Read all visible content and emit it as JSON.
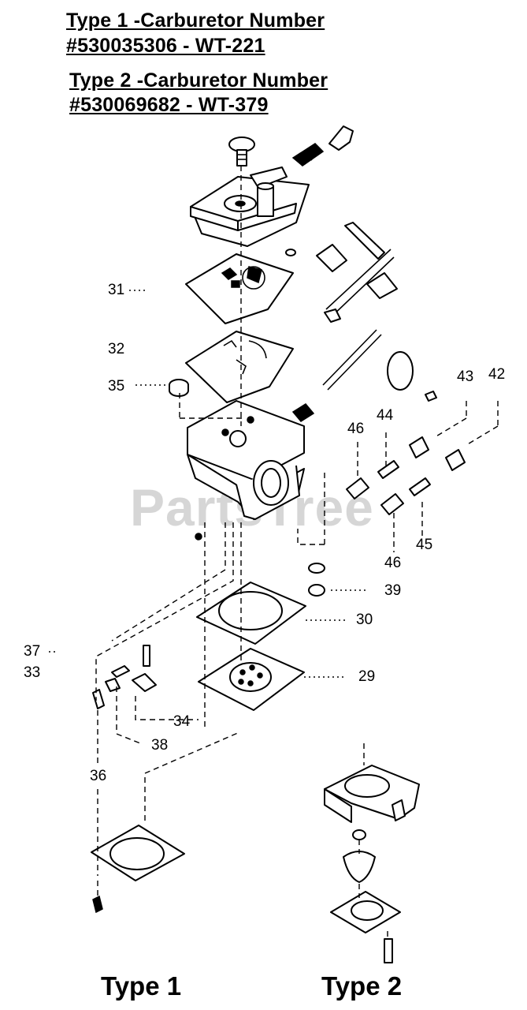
{
  "header": {
    "line1": "Type 1 -Carburetor  Number",
    "line2": "#530035306 - WT-221",
    "line3": "Type 2 -Carburetor  Number",
    "line4": "#530069682 - WT-379"
  },
  "watermark": "PartsTree",
  "callouts": {
    "c31": "31",
    "c32": "32",
    "c35": "35",
    "c43": "43",
    "c42": "42",
    "c46a": "46",
    "c44": "44",
    "c45": "45",
    "c46b": "46",
    "c39": "39",
    "c30": "30",
    "c37": "37",
    "c33": "33",
    "c29": "29",
    "c34": "34",
    "c38": "38",
    "c36": "36"
  },
  "labels": {
    "type1": "Type 1",
    "type2": "Type 2"
  }
}
